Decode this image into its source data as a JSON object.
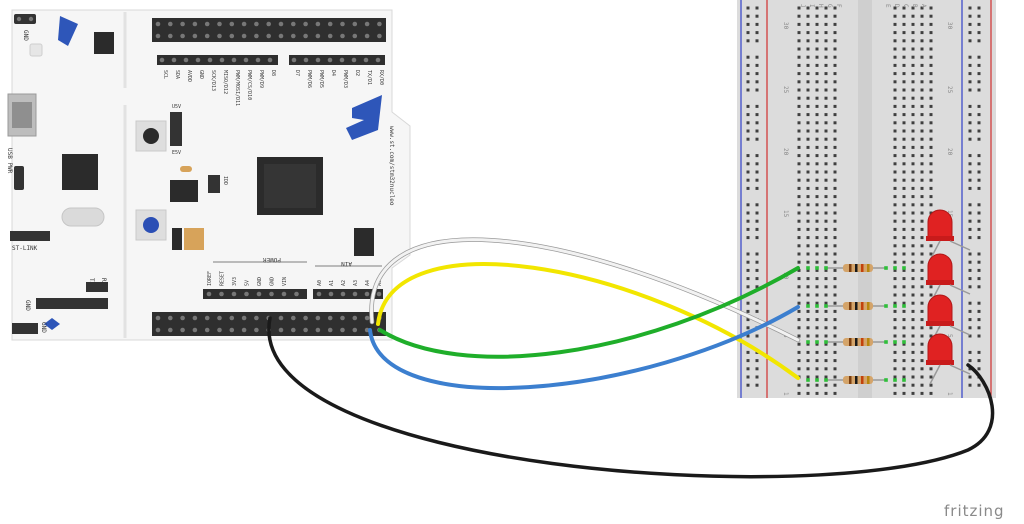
{
  "board": {
    "gnd_top": "GND",
    "usb_pwr": "USB PWR",
    "st_link": "ST-LINK",
    "gnd_bottom": "GND",
    "gnd_bottom2": "GND",
    "tx": "TX",
    "rx": "RX",
    "u5v": "U5V",
    "e5v": "E5V",
    "idd": "IDD",
    "url": "www.st.com/stm32nucleo",
    "power": "POWER",
    "ain": "AIN",
    "top_pins_left": [
      "SCL",
      "SDA",
      "AVDD",
      "GND",
      "SCK/D13",
      "MISO/D12",
      "PWM/MOSI/D11",
      "PWM/CS/D10",
      "PWM/D9",
      "D8"
    ],
    "top_pins_right": [
      "D7",
      "PWM/D6",
      "PWM/D5",
      "D4",
      "PWM/D3",
      "D2",
      "TX/D1",
      "RX/D0"
    ],
    "power_pins": [
      "IOREF",
      "RESET",
      "3V3",
      "5V",
      "GND",
      "GND",
      "VIN"
    ],
    "analog_pins": [
      "A0",
      "A1",
      "A2",
      "A3",
      "A4",
      "A5"
    ]
  },
  "breadboard": {
    "cols_top": [
      "J",
      "I",
      "H",
      "G",
      "F"
    ],
    "cols_top2": [
      "E",
      "D",
      "C",
      "B",
      "A"
    ],
    "row_numbers": [
      "30",
      "25",
      "20",
      "15",
      "10",
      "5",
      "1"
    ]
  },
  "brand": "fritzing",
  "colors": {
    "wire_white": "#e8e8e8",
    "wire_yellow": "#f2e600",
    "wire_green": "#1fae2a",
    "wire_blue": "#3c7fcf",
    "wire_black": "#1a1a1a",
    "led_red": "#e02222"
  }
}
